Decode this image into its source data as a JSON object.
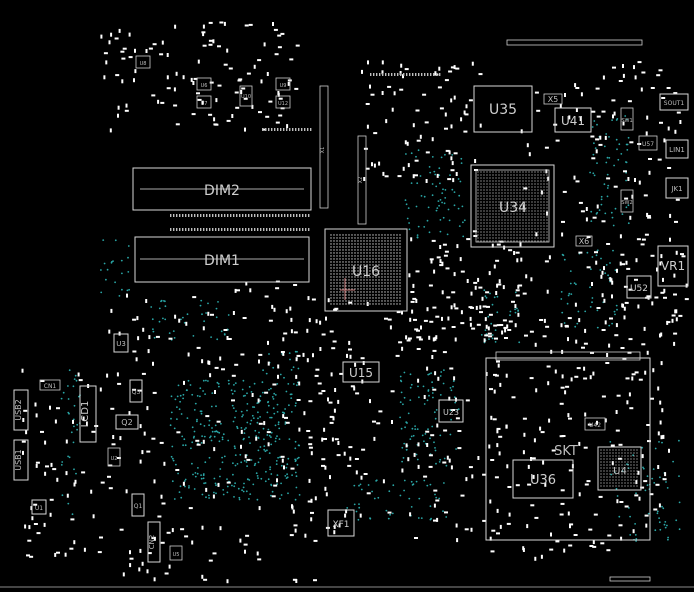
{
  "board": {
    "background": "#000000",
    "outline_color": "#d8d8d8",
    "via_color": "#2aa6a6",
    "pad_color": "#ffffff",
    "accent_color": "#c97a7a"
  },
  "labels": {
    "dim2": "DIM2",
    "dim1": "DIM1",
    "u35": "U35",
    "u41": "U41",
    "u34": "U34",
    "u16": "U16",
    "u15": "U15",
    "u36": "U36",
    "vr1": "VR1",
    "u52": "U52",
    "x5": "X5",
    "x6": "X6",
    "u3": "U3",
    "q2": "Q2",
    "q3": "Q3",
    "q1": "Q1",
    "lcd1": "LCD1",
    "usb2": "USB2",
    "usb1": "USB1",
    "xf1": "XF1",
    "cn2": "CN2",
    "u23": "U23",
    "u6": "U6",
    "u7": "U7",
    "u8": "U8",
    "u10": "U10",
    "lin1": "LIN1",
    "jk1": "JK1",
    "sout": "SOUT1",
    "skt": "SKT",
    "u42": "U42",
    "u4": "U4",
    "cn1": "CN1",
    "u1": "U1",
    "u2": "U2",
    "u5": "U5",
    "u57": "U57",
    "sw1": "SW1",
    "sw2": "SW2",
    "u12": "U12",
    "x1": "X1",
    "x2": "X2",
    "u9": "U9"
  }
}
